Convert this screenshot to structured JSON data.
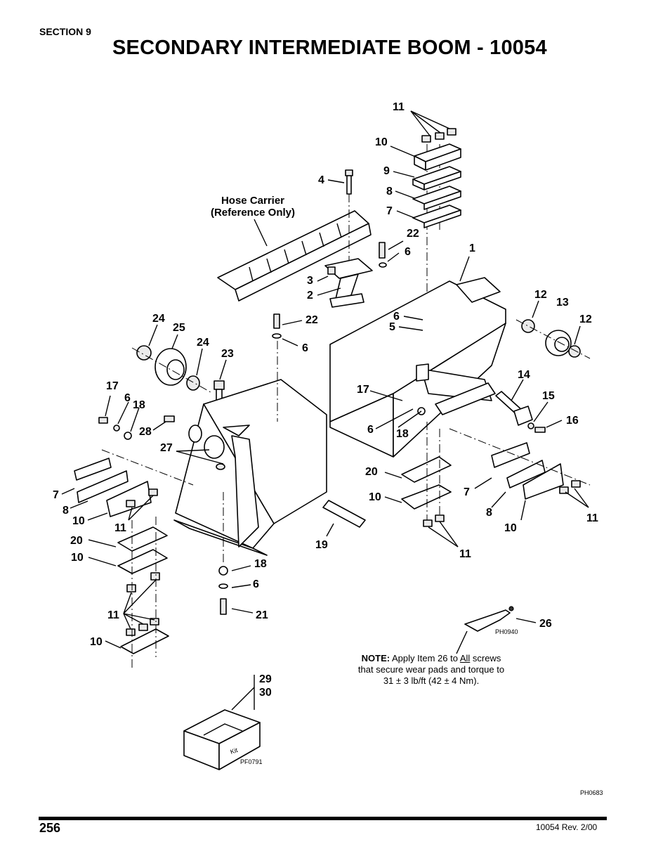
{
  "header": {
    "section": "SECTION 9",
    "title": "SECONDARY INTERMEDIATE BOOM - 10054"
  },
  "reference_label": {
    "line1": "Hose Carrier",
    "line2": "(Reference Only)"
  },
  "callouts": {
    "c1": "1",
    "c2": "2",
    "c3": "3",
    "c4": "4",
    "c5": "5",
    "c6a": "6",
    "c6b": "6",
    "c6c": "6",
    "c6d": "6",
    "c6e": "6",
    "c6f": "6",
    "c7a": "7",
    "c7b": "7",
    "c7c": "7",
    "c8a": "8",
    "c8b": "8",
    "c8c": "8",
    "c9": "9",
    "c10a": "10",
    "c10b": "10",
    "c10c": "10",
    "c10d": "10",
    "c10e": "10",
    "c10f": "10",
    "c11a": "11",
    "c11b": "11",
    "c11c": "11",
    "c11d": "11",
    "c11e": "11",
    "c12a": "12",
    "c12b": "12",
    "c13": "13",
    "c14": "14",
    "c15": "15",
    "c16": "16",
    "c17a": "17",
    "c17b": "17",
    "c18a": "18",
    "c18b": "18",
    "c18c": "18",
    "c19": "19",
    "c20a": "20",
    "c20b": "20",
    "c21": "21",
    "c22a": "22",
    "c22b": "22",
    "c23": "23",
    "c24a": "24",
    "c24b": "24",
    "c25": "25",
    "c26": "26",
    "c27": "27",
    "c28": "28",
    "c29": "29",
    "c30": "30"
  },
  "kit_label": "Kit",
  "photo_refs": {
    "kit": "PF0791",
    "tube": "PH0940",
    "main": "PH0683"
  },
  "note": {
    "prefix": "NOTE:",
    "text_before": "Apply Item 26 to",
    "underlined": "All",
    "text_after": "screws",
    "line2": "that secure wear pads and torque to",
    "line3": "31 ± 3 lb/ft (42 ± 4 Nm)."
  },
  "footer": {
    "page_number": "256",
    "doc_rev": "10054 Rev. 2/00"
  }
}
